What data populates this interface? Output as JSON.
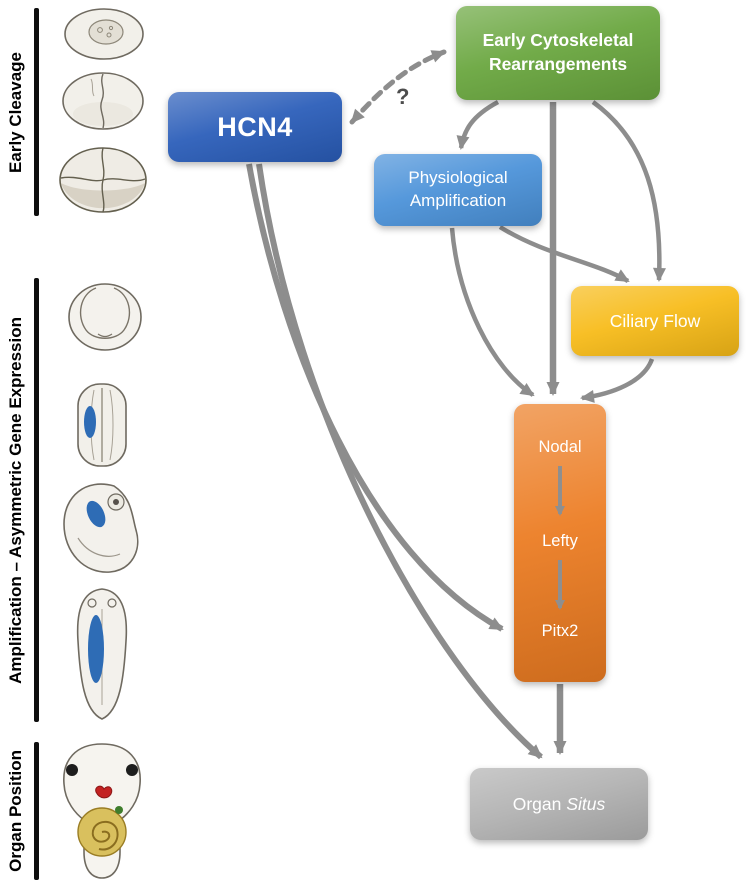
{
  "stages": [
    {
      "label": "Early Cleavage"
    },
    {
      "label": "Amplification – Asymmetric Gene Expression"
    },
    {
      "label": "Organ Position"
    }
  ],
  "nodes": {
    "cytoskeletal": {
      "label": "Early Cytoskeletal Rearrangements",
      "color": "#69a63e"
    },
    "hcn4": {
      "label": "HCN4",
      "color": "#2a5db9"
    },
    "physiological": {
      "label": "Physiological Amplification",
      "color": "#4b92d9"
    },
    "ciliary": {
      "label": "Ciliary Flow",
      "color": "#f7bb18"
    },
    "cascade": {
      "items": [
        "Nodal",
        "Lefty",
        "Pitx2"
      ],
      "color": "#ec7c22"
    },
    "organ_situs": {
      "prefix": "Organ",
      "italic": "Situs",
      "color": "#b2b2b2"
    }
  },
  "question_mark": "?",
  "palette": {
    "arrow_gray": "#8d8d8d",
    "stage_bar_black": "#0e0e0e",
    "expression_marking_blue": "#2e6cb5",
    "heart_red": "#c32222",
    "gut_yellow": "#d9c05e"
  }
}
